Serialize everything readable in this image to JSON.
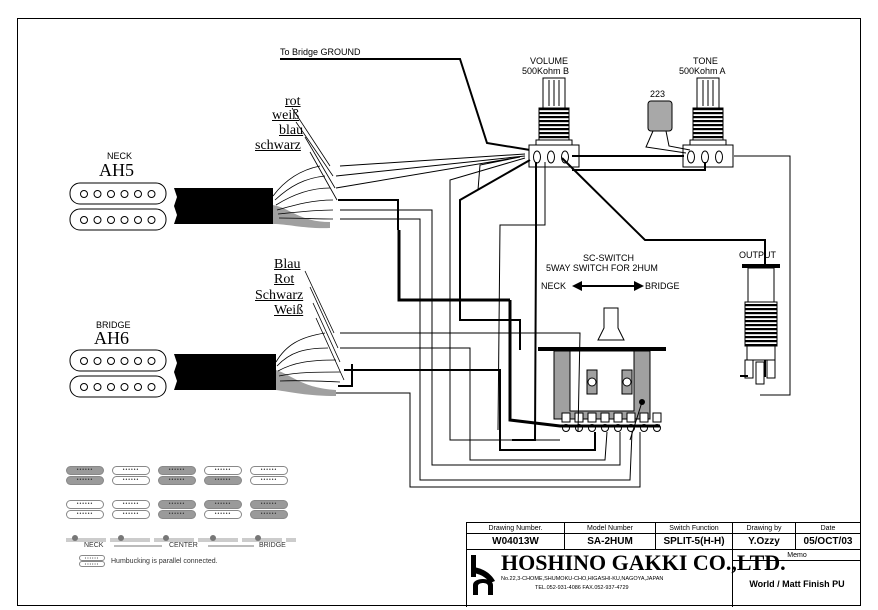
{
  "diagram": {
    "ground_label": "To Bridge GROUND",
    "neck_pickup": {
      "position_label": "NECK",
      "model": "AH5",
      "wire_labels": [
        "rot",
        "weiß",
        "blau",
        "schwarz"
      ]
    },
    "bridge_pickup": {
      "position_label": "BRIDGE",
      "model": "AH6",
      "wire_labels": [
        "Blau",
        "Rot",
        "Schwarz",
        "Weiß"
      ]
    },
    "volume_pot": {
      "title": "VOLUME",
      "value": "500Kohm B"
    },
    "tone_pot": {
      "title": "TONE",
      "value": "500Kohm A"
    },
    "capacitor": {
      "value": "223"
    },
    "output_jack": {
      "label": "OUTPUT"
    },
    "switch": {
      "title": "SC-SWITCH",
      "subtitle": "5WAY SWITCH FOR 2HUM",
      "left_label": "NECK",
      "right_label": "BRIDGE"
    },
    "colors": {
      "line": "#000000",
      "shield": "#a0a0a0",
      "legend_on": "#9a9a9a"
    }
  },
  "legend": {
    "positions": [
      {
        "neck_coils": [
          "on",
          "on"
        ],
        "bridge_coils": [
          "off",
          "off"
        ]
      },
      {
        "neck_coils": [
          "off",
          "off"
        ],
        "bridge_coils": [
          "off",
          "off"
        ]
      },
      {
        "neck_coils": [
          "on",
          "on"
        ],
        "bridge_coils": [
          "on",
          "on"
        ]
      },
      {
        "neck_coils": [
          "off",
          "on"
        ],
        "bridge_coils": [
          "on",
          "off"
        ]
      },
      {
        "neck_coils": [
          "off",
          "off"
        ],
        "bridge_coils": [
          "on",
          "on"
        ]
      }
    ],
    "axis_labels": {
      "left": "NECK",
      "center": "CENTER",
      "right": "BRIDGE"
    },
    "note": "Humbucking is parallel connected.",
    "pole_glyph": "••••••"
  },
  "title_block": {
    "headers": {
      "drawing_number": "Drawing Number.",
      "model_number": "Model Number",
      "switch_function": "Switch Function",
      "drawing_by": "Drawing by",
      "date": "Date",
      "memo": "Memo"
    },
    "values": {
      "drawing_number": "W04013W",
      "model_number": "SA-2HUM",
      "switch_function": "SPLIT-5(H-H)",
      "drawing_by": "Y.Ozzy",
      "date": "05/OCT/03",
      "memo": "World / Matt  Finish PU"
    },
    "company": {
      "name": "HOSHINO GAKKI CO.,LTD.",
      "address": "No.22,3-CHOME,SHUMOKU-CHO,HIGASHI-KU,NAGOYA,JAPAN",
      "tel": "TEL.052-931-4086  FAX.052-937-4729"
    }
  }
}
